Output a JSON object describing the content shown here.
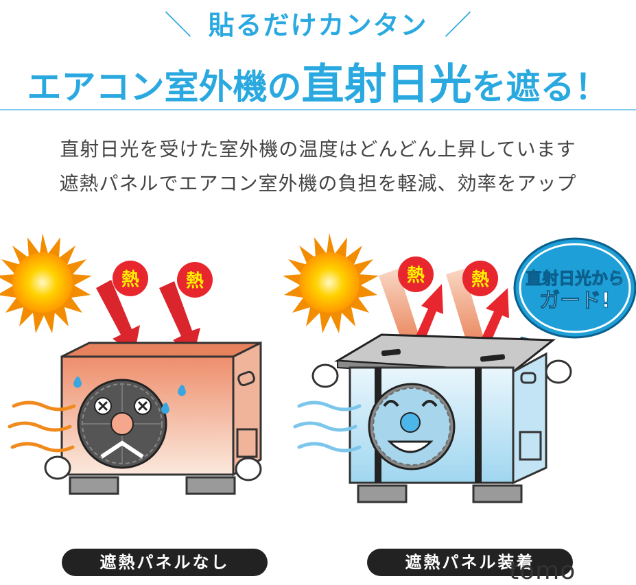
{
  "header": {
    "tagline": "貼るだけカンタン",
    "headline_part1": "エアコン室外機の",
    "headline_part2": "直射日光",
    "headline_part3": "を遮る！"
  },
  "description": {
    "line1": "直射日光を受けた室外機の温度はどんどん上昇しています",
    "line2": "遮熱パネルでエアコン室外機の負担を軽減、効率をアップ"
  },
  "illustration": {
    "heat_label": "熱",
    "bubble_line1": "直射日光から",
    "bubble_line2": "ガード!"
  },
  "labels": {
    "without_panel": "遮熱パネルなし",
    "with_panel": "遮熱パネル装着"
  },
  "watermark": "tomo",
  "colors": {
    "accent": "#2aa9e0",
    "heat_arrow": "#d9252b",
    "hot_unit": "#f2a487",
    "cool_unit": "#b7e2f5"
  }
}
